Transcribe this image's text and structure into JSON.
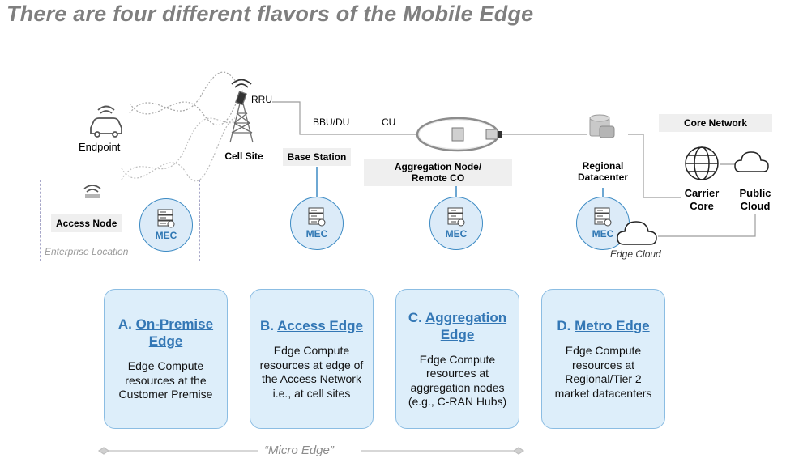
{
  "title": "There are four different flavors of the Mobile Edge",
  "network": {
    "endpoint": "Endpoint",
    "rru": "RRU",
    "bbu_du": "BBU/DU",
    "cu": "CU",
    "cell_site": "Cell Site",
    "base_station": "Base Station",
    "aggregation_node": "Aggregation Node/\nRemote CO",
    "regional_datacenter": "Regional\nDatacenter",
    "core_network": "Core Network",
    "carrier_core": "Carrier\nCore",
    "public_cloud": "Public\nCloud",
    "access_node": "Access Node",
    "enterprise_location": "Enterprise Location",
    "edge_cloud": "Edge Cloud",
    "mec_label": "MEC"
  },
  "cards": [
    {
      "letter": "A.",
      "name": "On-Premise Edge",
      "description": "Edge Compute resources at the Customer Premise"
    },
    {
      "letter": "B.",
      "name": "Access Edge",
      "description": "Edge Compute resources at edge of the Access Network i.e., at cell sites"
    },
    {
      "letter": "C.",
      "name": "Aggregation Edge",
      "description": "Edge Compute resources at aggregation nodes (e.g., C-RAN Hubs)"
    },
    {
      "letter": "D.",
      "name": "Metro Edge",
      "description": "Edge Compute resources at Regional/Tier 2 market datacenters"
    }
  ],
  "micro_edge": "“Micro Edge”",
  "colors": {
    "accent_blue": "#3377b5",
    "card_fill": "#ddeefa",
    "mec_fill": "#dcebf8",
    "title_gray": "#7f7f7f",
    "label_box_gray": "#efefef"
  }
}
